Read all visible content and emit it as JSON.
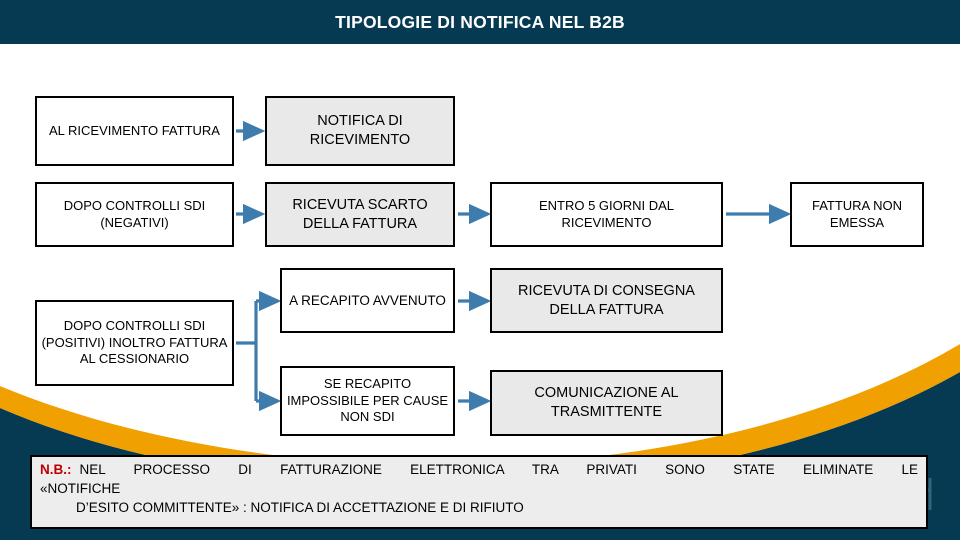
{
  "header": {
    "title": "TIPOLOGIE DI NOTIFICA NEL B2B",
    "background_color": "#053A52",
    "text_color": "#FFFFFF"
  },
  "theme": {
    "navy": "#053A52",
    "orange": "#F0A000",
    "arrow_blue": "#3E7CAD",
    "box_shaded": "#E9E9E9",
    "box_plain": "#FFFFFF",
    "note_bg": "#EDEDED",
    "accent_red": "#C00000"
  },
  "flow": {
    "rows": [
      {
        "id": "row-ricevimento",
        "boxes": [
          {
            "id": "al-ricevimento-fattura",
            "text": "AL RICEVIMENTO FATTURA",
            "shaded": false
          },
          {
            "id": "notifica-di-ricevimento",
            "text": "NOTIFICA DI RICEVIMENTO",
            "shaded": true
          }
        ]
      },
      {
        "id": "row-controlli-negativi",
        "boxes": [
          {
            "id": "dopo-controlli-sdi-negativi",
            "text": "DOPO CONTROLLI SDI (NEGATIVI)",
            "shaded": false
          },
          {
            "id": "ricevuta-scarto-della-fattura",
            "text": "RICEVUTA SCARTO DELLA FATTURA",
            "shaded": true
          },
          {
            "id": "entro-5-giorni-dal-ricevimento",
            "text": "ENTRO 5 GIORNI DAL RICEVIMENTO",
            "shaded": false
          },
          {
            "id": "fattura-non-emessa",
            "text": "FATTURA NON EMESSA",
            "shaded": false
          }
        ]
      },
      {
        "id": "row-controlli-positivi",
        "boxes": [
          {
            "id": "dopo-controlli-sdi-positivi",
            "text": "DOPO CONTROLLI SDI (POSITIVI) INOLTRO FATTURA AL CESSIONARIO",
            "shaded": false
          },
          {
            "id": "a-recapito-avvenuto",
            "text": "A RECAPITO AVVENUTO",
            "shaded": false
          },
          {
            "id": "ricevuta-di-consegna-della-fattura",
            "text": "RICEVUTA DI CONSEGNA DELLA FATTURA",
            "shaded": true
          },
          {
            "id": "se-recapito-impossibile",
            "text": "SE RECAPITO IMPOSSIBILE PER CAUSE NON SDI",
            "shaded": false
          },
          {
            "id": "comunicazione-al-trasmittente",
            "text": "COMUNICAZIONE AL TRASMITTENTE",
            "shaded": true
          }
        ]
      }
    ]
  },
  "note": {
    "label": "N.B.:",
    "line1": "NEL PROCESSO DI FATTURAZIONE ELETTRONICA TRA PRIVATI SONO STATE ELIMINATE LE",
    "line2": "«NOTIFICHE",
    "line3": "D’ESITO COMMITTENTE» : NOTIFICA DI ACCETTAZIONE E DI RIFIUTO"
  }
}
